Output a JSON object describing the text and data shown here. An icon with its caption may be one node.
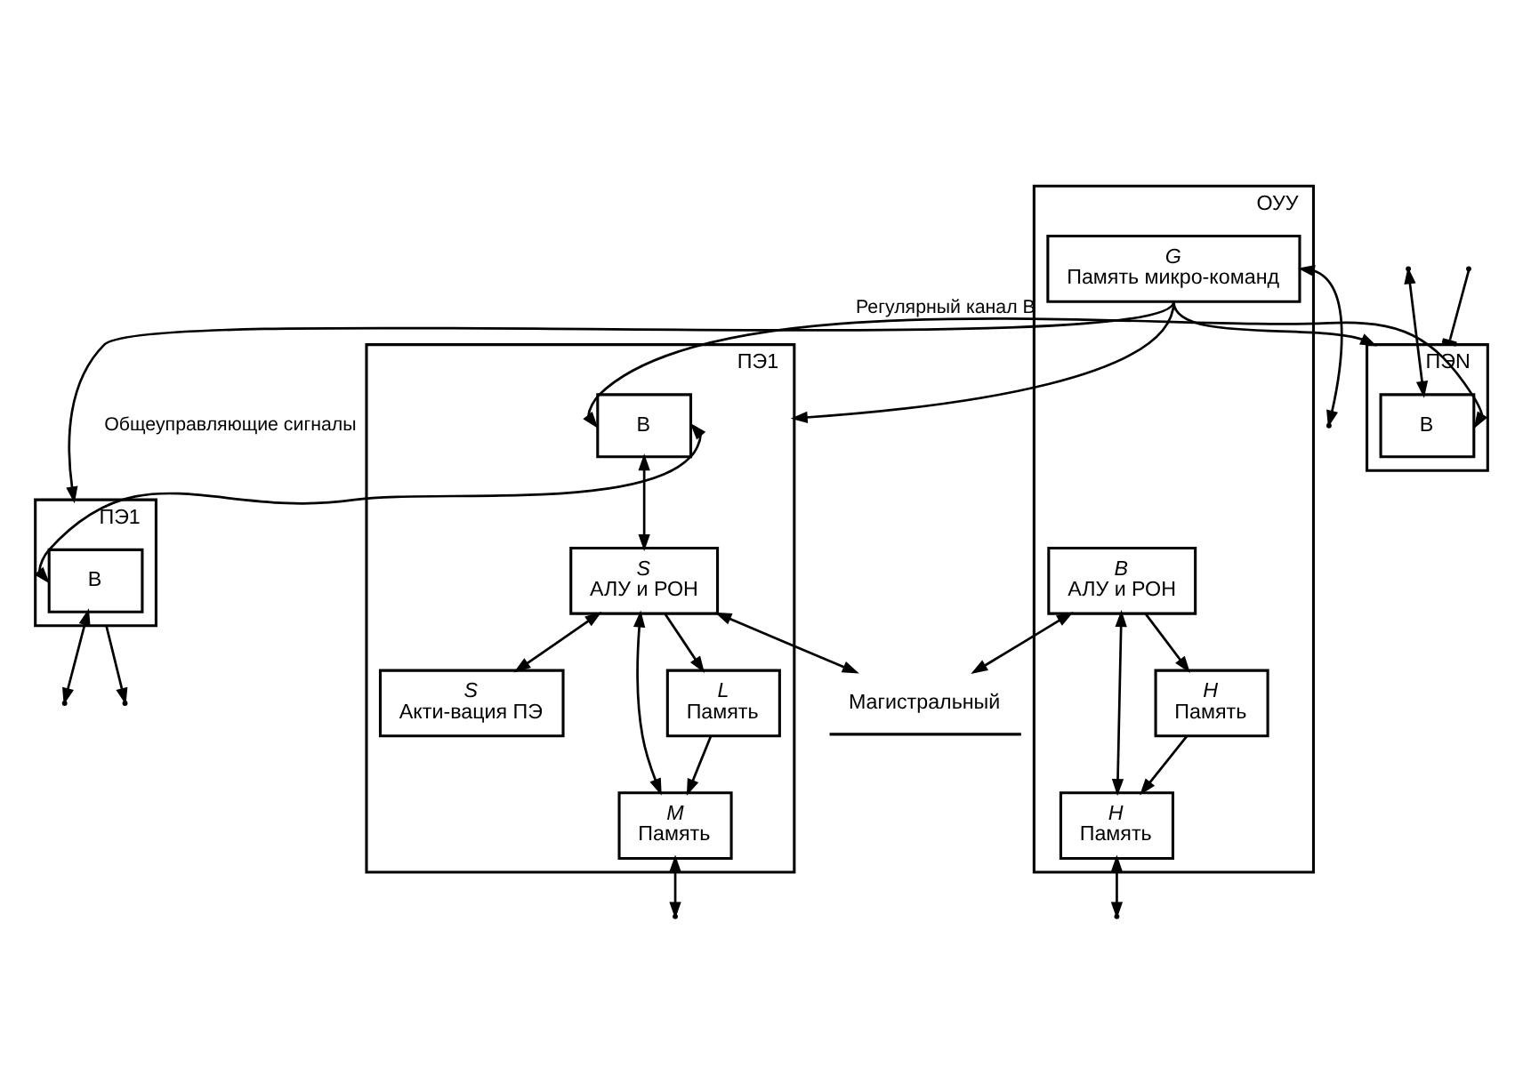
{
  "diagram": {
    "nodes": [
      {
        "text": [
          "ПЭ1"
        ]
      },
      {
        "text": [
          "B"
        ],
        "in": 0
      },
      {
        "text": [
          "S",
          "АЛУ и РОН"
        ],
        "in": 0
      },
      {
        "text": [
          "S",
          "Акти-вация ПЭ"
        ],
        "in": 0
      },
      {
        "text": [
          "M",
          "Память"
        ],
        "in": 0
      },
      {
        "text": [
          "L",
          "Память"
        ],
        "in": 0
      },
      {
        "text": [
          "ПЭ1"
        ]
      },
      {
        "text": [
          "B"
        ],
        "in": 6
      },
      {
        "text": [
          "ПЭN"
        ]
      },
      {
        "text": [
          "B"
        ],
        "in": 8
      },
      {
        "text": [
          "ОУУ"
        ]
      },
      {
        "text": [
          "G",
          "Память микро-команд"
        ],
        "in": 10
      },
      {
        "text": [
          "B",
          "АЛУ и РОН"
        ],
        "in": 10
      },
      {
        "text": [
          "H",
          "Память"
        ],
        "in": 10
      },
      {
        "text": [
          "H",
          "Память"
        ],
        "in": 10
      },
      {
        "text": [
          "Магистральный"
        ]
      }
    ],
    "edges": [
      {
        "from": 11,
        "to": 0,
        "arrow": "to"
      },
      {
        "from": 11,
        "to": 6,
        "arrow": "to",
        "label": "Общеуправляющие сигналы"
      },
      {
        "from": 11,
        "to": 8,
        "arrow": "to"
      },
      {
        "from": 1,
        "to": 9,
        "arrow": "both",
        "label": "Регулярный канал B"
      },
      {
        "from": 1,
        "to": 7,
        "arrow": "both"
      },
      {
        "from": 7,
        "to": null,
        "arrow": "both"
      },
      {
        "from": null,
        "to": 9,
        "arrow": "both"
      },
      {
        "from": 1,
        "to": 2,
        "arrow": "both"
      },
      {
        "from": 2,
        "to": 3,
        "arrow": "both"
      },
      {
        "from": 2,
        "to": 15,
        "arrow": "both"
      },
      {
        "from": 2,
        "to": 4,
        "arrow": "both"
      },
      {
        "from": 2,
        "to": 5,
        "arrow": "to"
      },
      {
        "from": 5,
        "to": 4,
        "arrow": "to"
      },
      {
        "from": 12,
        "to": 15,
        "arrow": "both"
      },
      {
        "from": 12,
        "to": 13,
        "arrow": "both"
      },
      {
        "from": 12,
        "to": 14,
        "arrow": "to"
      },
      {
        "from": 14,
        "to": 13,
        "arrow": "to"
      },
      {
        "from": 4,
        "to": null,
        "arrow": "both"
      },
      {
        "from": 6,
        "to": null,
        "arrow": "to"
      },
      {
        "from": null,
        "to": 8,
        "arrow": "other"
      },
      {
        "from": 13,
        "to": null,
        "arrow": "both"
      },
      {
        "from": 11,
        "to": null,
        "arrow": "both"
      }
    ]
  }
}
